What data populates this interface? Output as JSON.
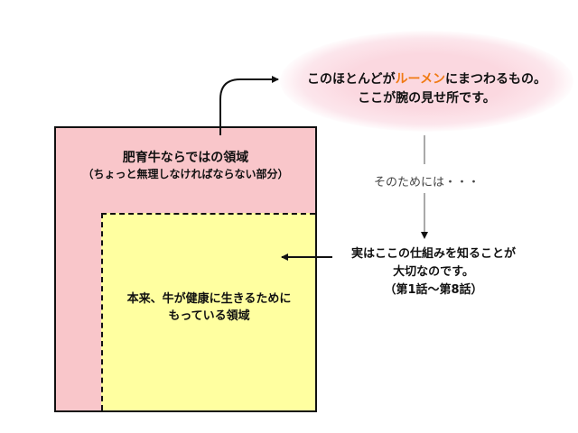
{
  "outer_region": {
    "title": "肥育牛ならではの領域",
    "subtitle": "（ちょっと無理しなければならない部分）",
    "fill_color": "#f9c6ca"
  },
  "inner_region": {
    "line1": "本来、牛が健康に生きるために",
    "line2": "もっている領域",
    "fill_color": "#ffffa0"
  },
  "callout": {
    "line1_prefix": "このほとんどが",
    "line1_highlight": "ルーメン",
    "line1_suffix": "にまつわるもの。",
    "line2": "ここが腕の見せ所です。",
    "highlight_color": "#f07a14",
    "glow_color": "#fbd8e0"
  },
  "connector_text": "そのためには・・・",
  "conclusion": {
    "line1": "実はここの仕組みを知ることが",
    "line2": "大切なのです。",
    "line3": "（第1話～第8話）"
  }
}
